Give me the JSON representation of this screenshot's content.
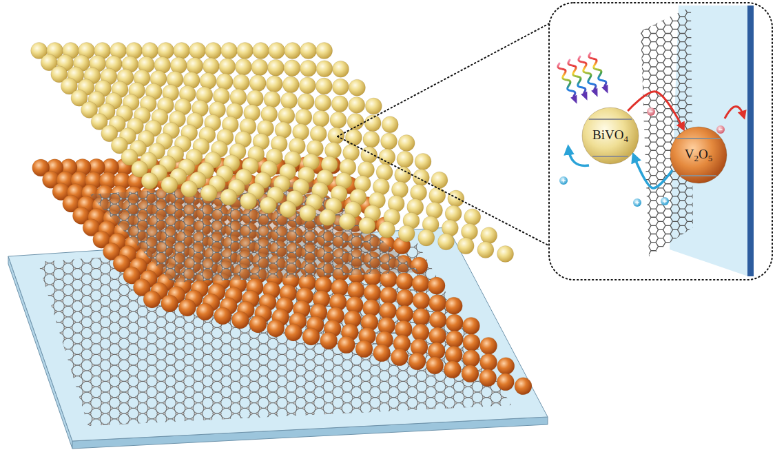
{
  "diagram": {
    "nodes": [
      {
        "text": [
          "BiVO4"
        ]
      },
      {
        "text": [
          "V2O5"
        ]
      }
    ],
    "edges": [
      {
        "from": 0,
        "to": 1,
        "arrow": "to"
      },
      {
        "from": 1,
        "to": 0,
        "arrow": "to"
      }
    ]
  }
}
